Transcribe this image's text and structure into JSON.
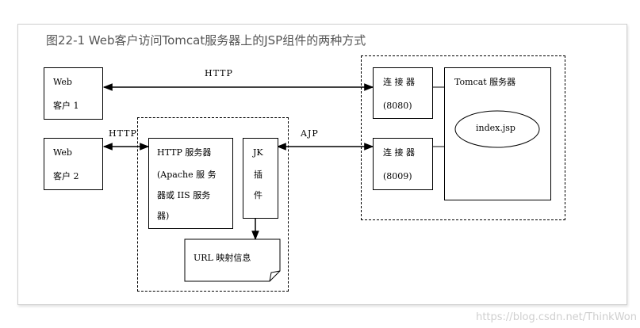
{
  "caption": "图22-1 Web客户访问Tomcat服务器上的JSP组件的两种方式",
  "client1": {
    "line1": "Web",
    "line2": "客户 1"
  },
  "client2": {
    "line1": "Web",
    "line2": "客户 2"
  },
  "http_server": {
    "line1": "HTTP 服务器",
    "line2": "(Apache  服 务",
    "line3": "器或 IIS  服务",
    "line4": "器)"
  },
  "jk_plugin": {
    "line1": "JK",
    "line2": "插",
    "line3": "件"
  },
  "url_map": "URL 映射信息",
  "connector_top": {
    "line1": "连  接  器",
    "line2": "(8080)"
  },
  "connector_bottom": {
    "line1": "连  接  器",
    "line2": "(8009)"
  },
  "tomcat": {
    "title": "Tomcat 服务器",
    "file": "index.jsp"
  },
  "labels": {
    "http_top": "HTTP",
    "http_left": "HTTP",
    "ajp": "AJP"
  },
  "watermark": "https://blog.csdn.net/ThinkWon"
}
